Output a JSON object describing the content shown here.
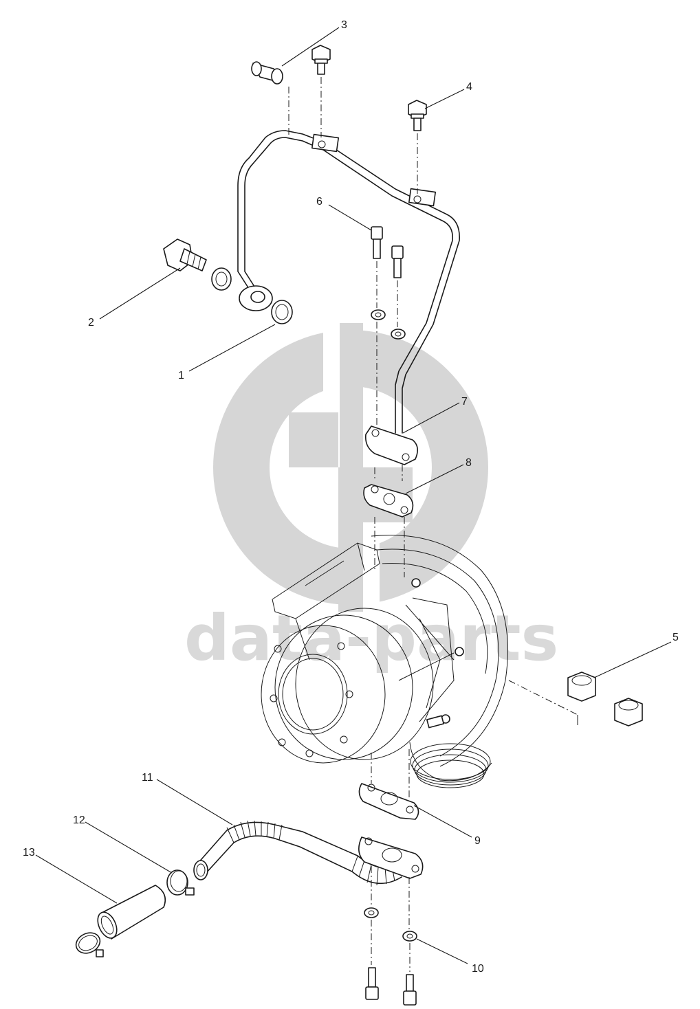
{
  "watermark": {
    "text": "data-parts"
  },
  "callouts": [
    {
      "id": "callout-1",
      "label": "1"
    },
    {
      "id": "callout-2",
      "label": "2"
    },
    {
      "id": "callout-3",
      "label": "3"
    },
    {
      "id": "callout-4",
      "label": "4"
    },
    {
      "id": "callout-5",
      "label": "5"
    },
    {
      "id": "callout-6",
      "label": "6"
    },
    {
      "id": "callout-7",
      "label": "7"
    },
    {
      "id": "callout-8",
      "label": "8"
    },
    {
      "id": "callout-9",
      "label": "9"
    },
    {
      "id": "callout-10",
      "label": "10"
    },
    {
      "id": "callout-11",
      "label": "11"
    },
    {
      "id": "callout-12",
      "label": "12"
    },
    {
      "id": "callout-13",
      "label": "13"
    }
  ],
  "colors": {
    "line": "#1a1a1a",
    "watermark": "#d6d6d6",
    "background": "#ffffff"
  }
}
